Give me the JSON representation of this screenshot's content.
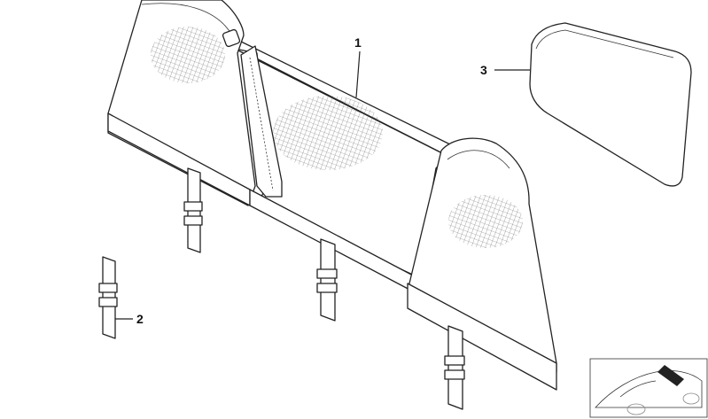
{
  "callouts": [
    {
      "id": "1",
      "label": "1"
    },
    {
      "id": "2",
      "label": "2"
    },
    {
      "id": "3",
      "label": "3"
    }
  ],
  "parts": {
    "wind_deflector": "1",
    "mounting_clip": "2",
    "storage_bag": "3"
  }
}
